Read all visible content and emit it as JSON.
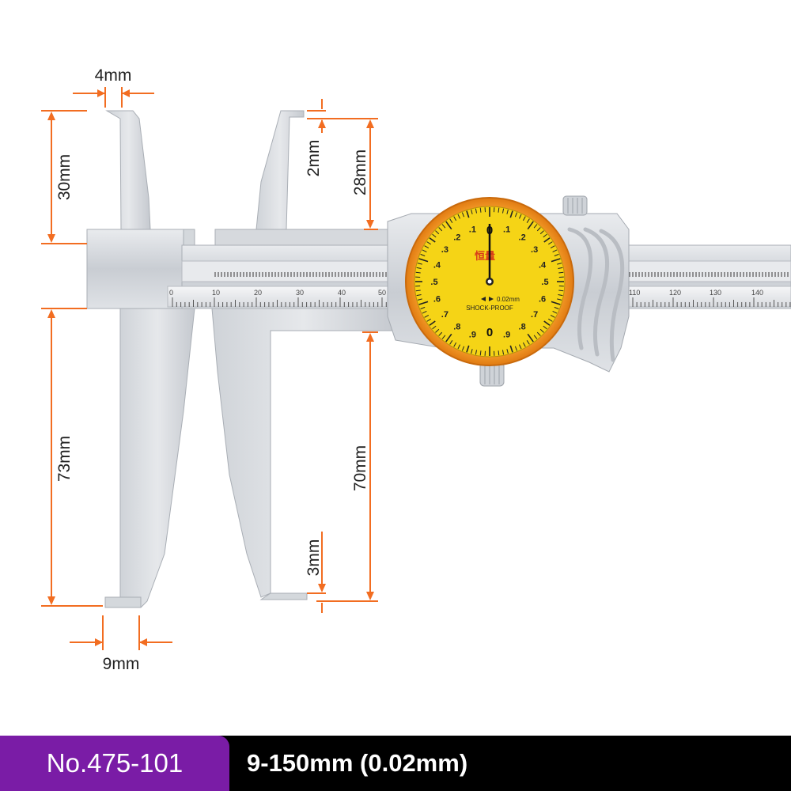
{
  "dimensions": {
    "tip_width_top": "4mm",
    "outer_jaw_length": "30mm",
    "tip_height_upper": "2mm",
    "upper_jaw_length": "28mm",
    "outer_lower_jaw_length": "73mm",
    "inner_lower_jaw_length": "70mm",
    "tip_height_lower": "3mm",
    "tip_width_bottom": "9mm"
  },
  "main_scale_numbers": [
    "0",
    "10",
    "20",
    "30",
    "40",
    "50"
  ],
  "right_scale_numbers": [
    "110",
    "120",
    "130",
    "140"
  ],
  "dial": {
    "brand": "恒量",
    "top_zero": "0",
    "bottom_zero": "0",
    "resolution": "0.02mm",
    "label": "SHOCK-PROOF",
    "numbers_right": [
      ".1",
      ".2",
      ".3",
      ".4",
      ".5",
      ".6",
      ".7",
      ".8",
      ".9"
    ],
    "numbers_left": [
      ".9",
      ".8",
      ".7",
      ".6",
      ".5",
      ".4",
      ".3",
      ".2",
      ".1"
    ]
  },
  "footer": {
    "model": "No.475-101",
    "spec": "9-150mm (0.02mm)"
  },
  "colors": {
    "dimension_line": "#f26d21",
    "dial_face": "#f5d416",
    "dial_ring": "#f28c1d",
    "badge": "#7a1ca6",
    "bar": "#000000"
  }
}
